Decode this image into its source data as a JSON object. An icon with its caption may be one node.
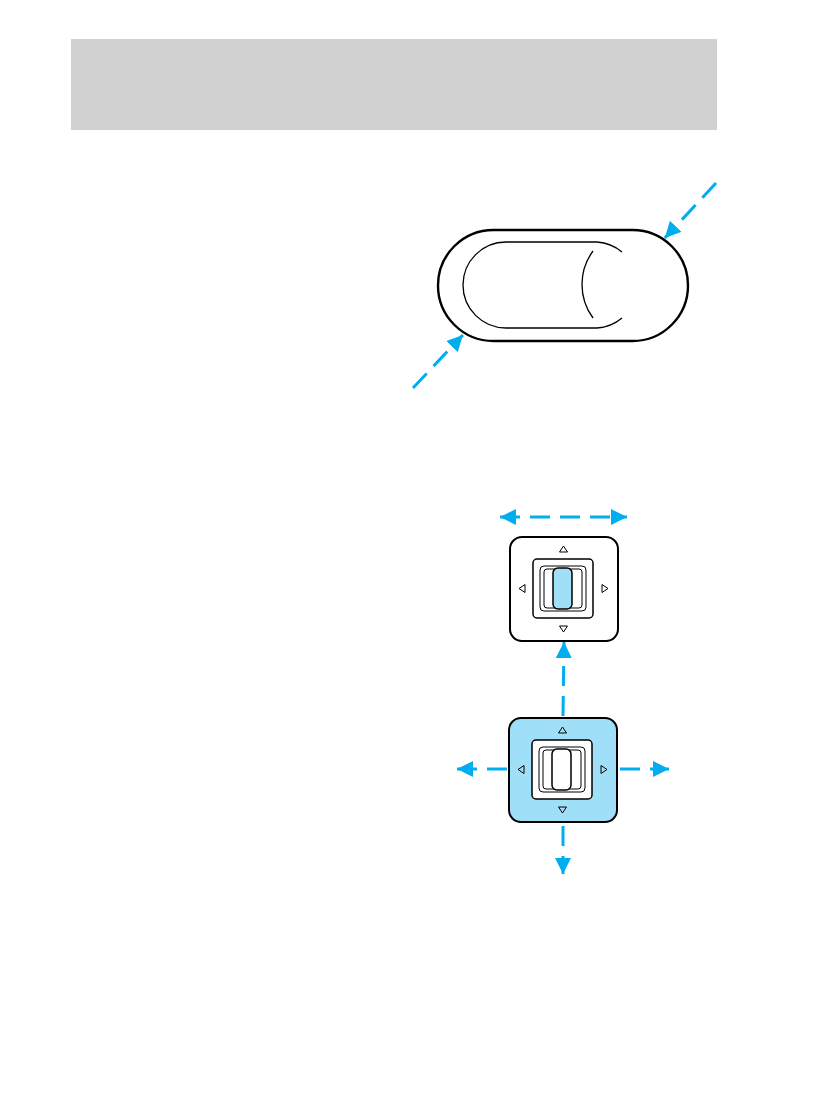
{
  "diagram": {
    "nodes": [
      {
        "text": [],
        "shape": "picture"
      },
      {
        "text": [],
        "shape": "picture"
      },
      {
        "text": [],
        "shape": "picture"
      }
    ],
    "edges": [
      {
        "from": null,
        "to": 0,
        "arrow": "to",
        "style": "dashed"
      },
      {
        "from": null,
        "to": 0,
        "arrow": "to",
        "style": "dashed"
      },
      {
        "from": 2,
        "to": 1,
        "arrow": "to",
        "style": "dashed"
      }
    ]
  }
}
